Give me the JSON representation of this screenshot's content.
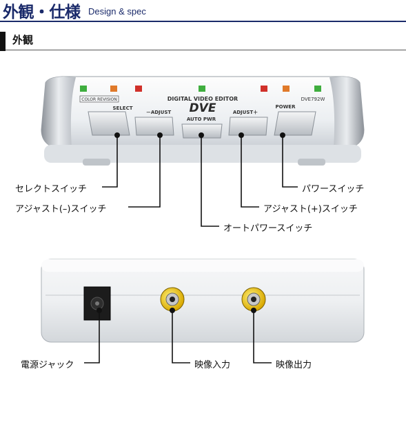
{
  "header": {
    "title": "外観・仕様",
    "subtitle": "Design & spec"
  },
  "section": {
    "label": "外観"
  },
  "device_front": {
    "brand_top": "DIGITAL VIDEO EDITOR",
    "brand_logo": "DVE",
    "model": "DVE792W",
    "color_revision": "COLOR REVISION",
    "select": "SELECT",
    "adjust_minus": "－ADJUST",
    "auto_pwr": "AUTO PWR",
    "adjust_plus": "ADJUST＋",
    "power": "POWER"
  },
  "callouts_front": {
    "select_switch": "セレクトスイッチ",
    "adjust_minus_switch": "アジャスト(–)スイッチ",
    "auto_power_switch": "オートパワースイッチ",
    "power_switch": "パワースイッチ",
    "adjust_plus_switch": "アジャスト(+)スイッチ"
  },
  "callouts_back": {
    "power_jack": "電源ジャック",
    "video_in": "映像入力",
    "video_out": "映像出力"
  },
  "colors": {
    "title_navy": "#1a2a6a",
    "led_green": "#3fae3f",
    "led_orange": "#e07a2a",
    "led_red": "#d0302a",
    "rca_yellow": "#f5d21c"
  }
}
